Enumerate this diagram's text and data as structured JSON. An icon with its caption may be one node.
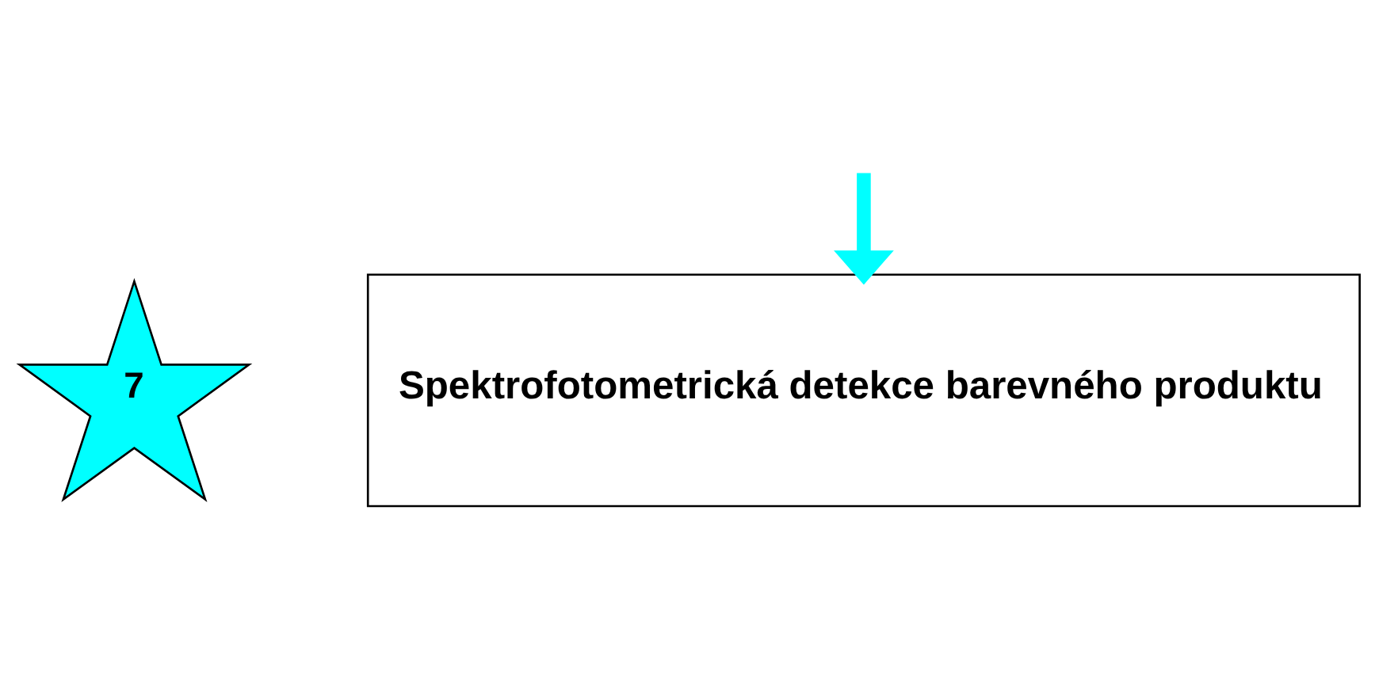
{
  "diagram": {
    "nodes": [
      {
        "text": [
          "7"
        ]
      },
      {
        "text": [
          "Spektrofotometrická detekce barevného produktu"
        ]
      }
    ],
    "edges": [
      {
        "from": null,
        "to": 1,
        "arrow": "to",
        "color": "#00ffff"
      }
    ]
  }
}
